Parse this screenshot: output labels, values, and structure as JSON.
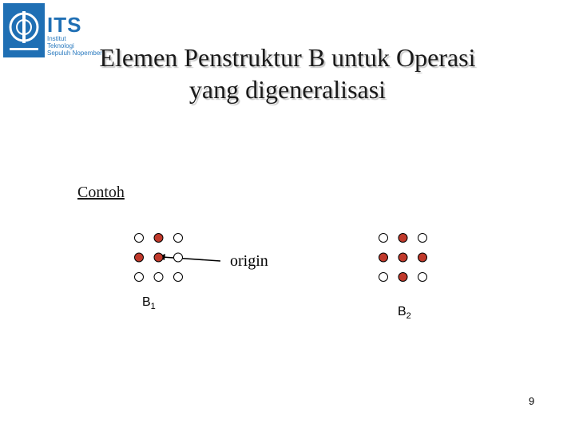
{
  "logo": {
    "brand": "ITS",
    "lines": [
      "Institut",
      "Teknologi",
      "Sepuluh Nopember"
    ]
  },
  "title": {
    "line1": "Elemen Penstruktur B untuk Operasi",
    "line2": "yang digeneralisasi"
  },
  "contoh": "Contoh",
  "origin_label": "origin",
  "elements": [
    {
      "name": "B",
      "subscript": "1",
      "grid": [
        [
          0,
          1,
          0
        ],
        [
          1,
          1,
          0
        ],
        [
          0,
          0,
          0
        ]
      ]
    },
    {
      "name": "B",
      "subscript": "2",
      "grid": [
        [
          0,
          1,
          0
        ],
        [
          1,
          1,
          1
        ],
        [
          0,
          1,
          0
        ]
      ]
    }
  ],
  "page_number": "9",
  "colors": {
    "filled": "#c0392b",
    "outline": "#000000",
    "logo_blue": "#1f6fb4"
  }
}
